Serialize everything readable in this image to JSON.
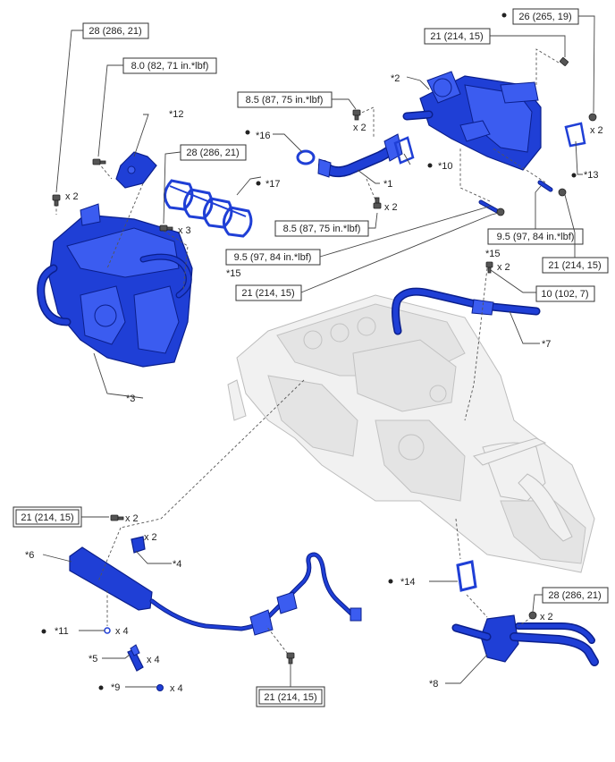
{
  "torque_specs": [
    {
      "id": "t-28-manifold",
      "text": "28 (286, 21)"
    },
    {
      "id": "t-8-0",
      "text": "8.0 (82, 71 in.*lbf)"
    },
    {
      "id": "t-28-gasket",
      "text": "28 (286, 21)"
    },
    {
      "id": "t-8-5-top",
      "text": "8.5 (87, 75 in.*lbf)"
    },
    {
      "id": "t-8-5-bottom",
      "text": "8.5 (87, 75 in.*lbf)"
    },
    {
      "id": "t-26",
      "text": "26 (265, 19)"
    },
    {
      "id": "t-21-top",
      "text": "21 (214, 15)"
    },
    {
      "id": "t-9-5-left",
      "text": "9.5 (97, 84 in.*lbf)"
    },
    {
      "id": "t-9-5-right",
      "text": "9.5 (97, 84 in.*lbf)"
    },
    {
      "id": "t-21-right",
      "text": "21 (214, 15)"
    },
    {
      "id": "t-21-mid",
      "text": "21 (214, 15)"
    },
    {
      "id": "t-10",
      "text": "10 (102, 7)"
    },
    {
      "id": "t-21-rail",
      "text": "21 (214, 15)"
    },
    {
      "id": "t-21-bottom",
      "text": "21 (214, 15)"
    },
    {
      "id": "t-28-egr",
      "text": "28 (286, 21)"
    }
  ],
  "callouts": {
    "c1": "*1",
    "c2": "*2",
    "c3": "*3",
    "c4": "*4",
    "c5": "*5",
    "c6": "*6",
    "c7": "*7",
    "c8": "*8",
    "c9": "*9",
    "c10": "*10",
    "c11": "*11",
    "c12": "*12",
    "c13": "*13",
    "c14": "*14",
    "c15a": "*15",
    "c15b": "*15",
    "c16": "*16",
    "c17": "*17"
  },
  "quantities": {
    "q_manifold": "x 2",
    "q_gasket": "x 3",
    "q_bolt_top": "x 2",
    "q_bolt_1": "x 2",
    "q_13": "x 2",
    "q_7": "x 2",
    "q_rail": "x 2",
    "q_4": "x 2",
    "q_11": "x 4",
    "q_5": "x 4",
    "q_9": "x 4",
    "q_8": "x 2"
  },
  "colors": {
    "part_blue": "#1f3fd6",
    "part_outline": "#0b1f8c",
    "engine_gray": "#ececec"
  }
}
